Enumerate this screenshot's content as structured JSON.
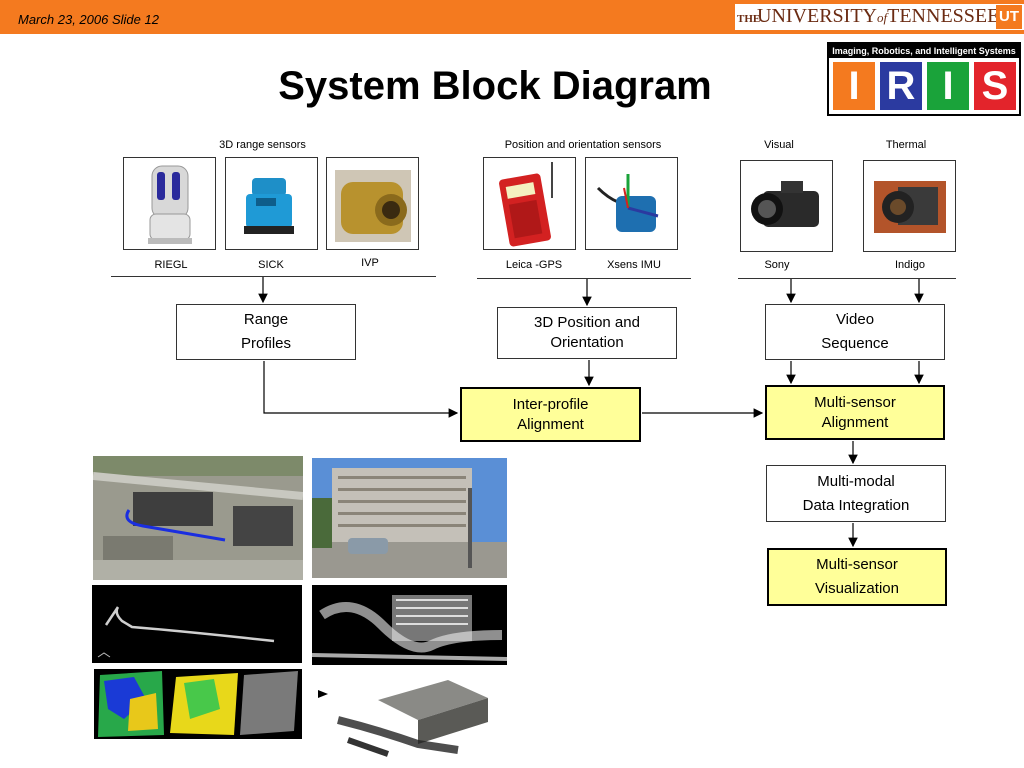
{
  "slide": {
    "date": "March 23, 2006 Slide 12",
    "title": "System Block Diagram"
  },
  "header": {
    "ut_the": "THE",
    "ut_university": "UNIVERSITY",
    "ut_of": "of",
    "ut_tennessee": "TENNESSEE",
    "ut_mark": "UT"
  },
  "iris": {
    "caption": "Imaging, Robotics, and Intelligent Systems",
    "letters": [
      "I",
      "R",
      "I",
      "S"
    ],
    "colors": [
      "#f47a1f",
      "#2b3aa0",
      "#1aa33a",
      "#e3242b"
    ]
  },
  "groups": [
    {
      "label": "3D range sensors"
    },
    {
      "label": "Position and orientation sensors"
    },
    {
      "label": "Visual"
    },
    {
      "label": "Thermal"
    }
  ],
  "sensors": [
    {
      "label": "RIEGL"
    },
    {
      "label": "SICK"
    },
    {
      "label": "IVP"
    },
    {
      "label": "Leica -GPS"
    },
    {
      "label": "Xsens IMU"
    },
    {
      "label": "Sony"
    },
    {
      "label": "Indigo"
    }
  ],
  "blocks": {
    "range_profiles": [
      "Range",
      "Profiles"
    ],
    "position_orientation": [
      "3D Position and",
      "Orientation"
    ],
    "video_sequence": [
      "Video",
      "Sequence"
    ],
    "inter_profile": [
      "Inter-profile",
      "Alignment"
    ],
    "multi_sensor_alignment": [
      "Multi-sensor",
      "Alignment"
    ],
    "multi_modal": [
      "Multi-modal",
      "Data Integration"
    ],
    "visualization": [
      "Multi-sensor",
      "Visualization"
    ]
  },
  "colors": {
    "header_orange": "#f47a1f",
    "highlight_yellow": "#ffff99",
    "ut_brown": "#6b2b12"
  }
}
